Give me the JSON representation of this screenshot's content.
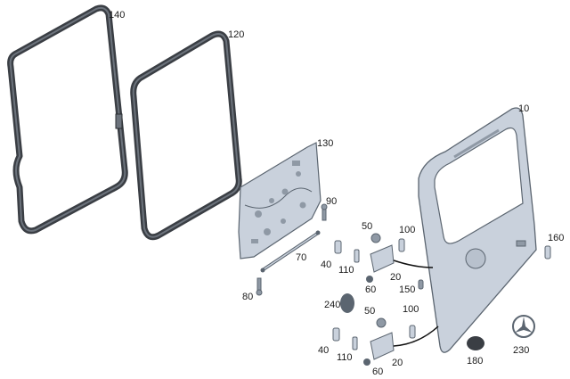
{
  "callouts": {
    "c10": "10",
    "c20a": "20",
    "c20b": "20",
    "c40a": "40",
    "c40b": "40",
    "c50a": "50",
    "c50b": "50",
    "c60a": "60",
    "c60b": "60",
    "c70": "70",
    "c80": "80",
    "c90": "90",
    "c100a": "100",
    "c100b": "100",
    "c110a": "110",
    "c110b": "110",
    "c120": "120",
    "c130": "130",
    "c140": "140",
    "c150": "150",
    "c160": "160",
    "c180": "180",
    "c230": "230",
    "c240": "240"
  },
  "colors": {
    "part_fill": "#c9d1dc",
    "part_dark": "#5b6570",
    "seal": "#3a3e44",
    "line": "#111111"
  }
}
